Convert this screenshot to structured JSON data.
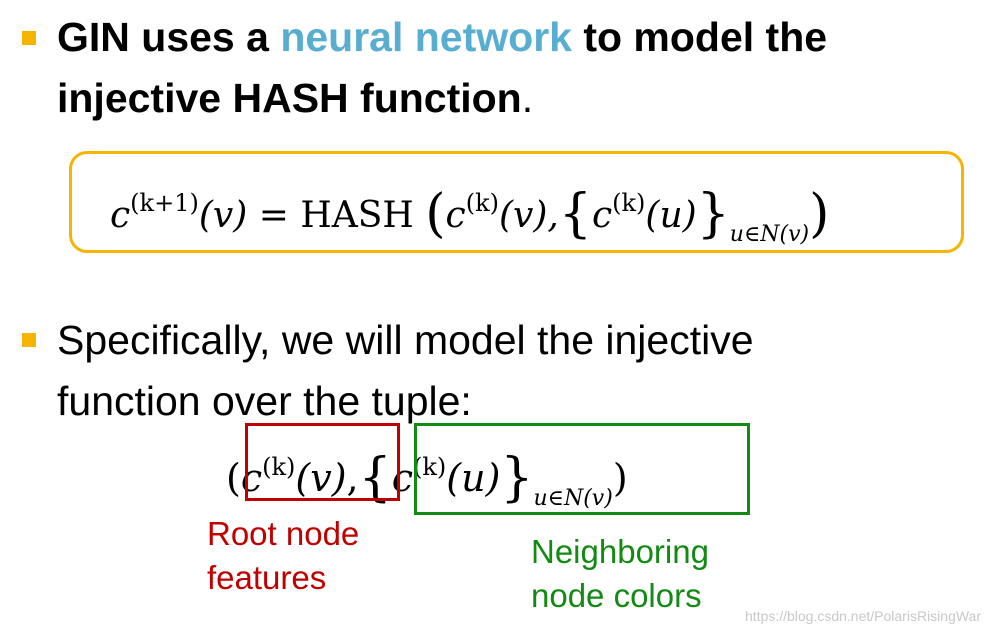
{
  "bullet1": {
    "line1_part1": "GIN uses a ",
    "line1_accent": "neural network",
    "line1_part2": " to model the",
    "line2_bold": "injective HASH function",
    "line2_end": "."
  },
  "formula": {
    "lhs_c": "c",
    "lhs_sup": "(k+1)",
    "lhs_arg": "(v)",
    "equals": " = ",
    "hash": "HASH",
    "open_paren": "(",
    "c1": "c",
    "c1_sup": "(k)",
    "c1_arg": "(v),",
    "open_brace": "{",
    "c2": "c",
    "c2_sup": "(k)",
    "c2_arg": "(u)",
    "close_brace": "}",
    "subscript": "u∈N(v)",
    "close_paren": ")"
  },
  "bullet2": {
    "line1": "Specifically, we will model the injective",
    "line2": "function over the tuple:"
  },
  "tuple": {
    "open_paren": "(",
    "c1": "c",
    "c1_sup": "(k)",
    "c1_arg": "(v)",
    "comma": ",",
    "open_brace": "{",
    "c2": "c",
    "c2_sup": "(k)",
    "c2_arg": "(u)",
    "close_brace": "}",
    "subscript": "u∈N(v)",
    "close_paren": ")"
  },
  "annotations": {
    "root_line1": "Root node",
    "root_line2": "features",
    "neighbor_line1": "Neighboring",
    "neighbor_line2": "node colors"
  },
  "watermark": "https://blog.csdn.net/PolarisRisingWar",
  "colors": {
    "bullet": "#f4b400",
    "accent": "#58aed0",
    "box_border": "#f4b400",
    "root_highlight": "#c00000",
    "neighbor_highlight": "#138a13"
  }
}
